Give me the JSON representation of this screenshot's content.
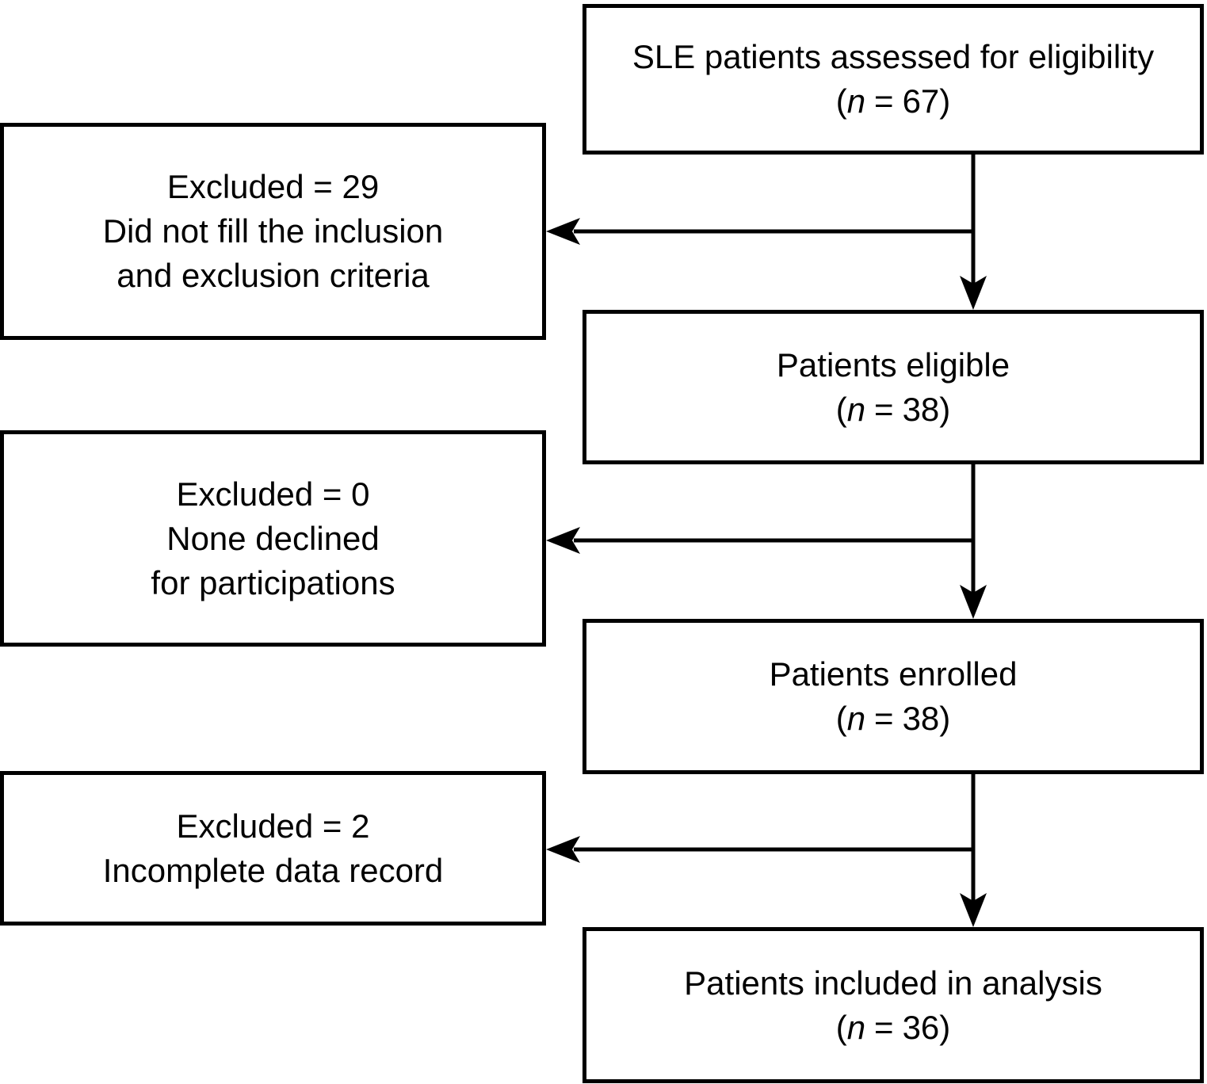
{
  "figure": {
    "background_color": "#ffffff",
    "line_color": "#000000",
    "text_color": "#000000"
  },
  "symbols": {
    "paren_open": "(",
    "n_label": "n",
    "equals": "=",
    "paren_close": ")"
  },
  "main_flow": [
    {
      "id": "assessed",
      "title": "SLE patients assessed for eligibility",
      "n": "67"
    },
    {
      "id": "eligible",
      "title": "Patients eligible",
      "n": "38"
    },
    {
      "id": "enrolled",
      "title": "Patients enrolled",
      "n": "38"
    },
    {
      "id": "analysis",
      "title": "Patients included in analysis",
      "n": "36"
    }
  ],
  "exclusions": [
    {
      "lines": [
        "Excluded = 29",
        "Did not fill the inclusion",
        "and exclusion criteria"
      ]
    },
    {
      "lines": [
        "Excluded = 0",
        "None declined",
        "for participations"
      ]
    },
    {
      "lines": [
        "Excluded = 2",
        "Incomplete data record"
      ]
    }
  ]
}
